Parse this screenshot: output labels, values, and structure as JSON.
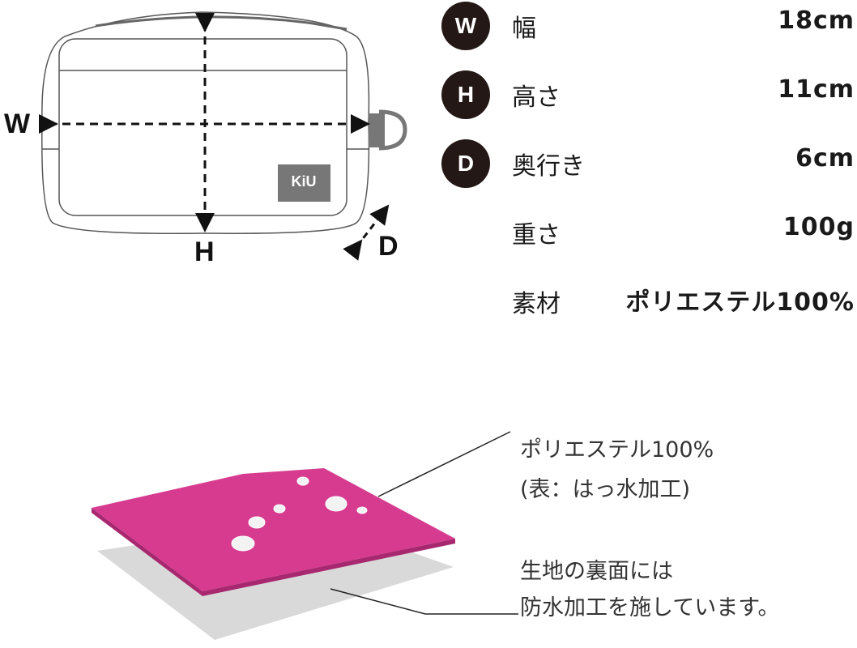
{
  "diagram": {
    "labels": {
      "w": "W",
      "h": "H",
      "d": "D"
    },
    "logo_text": "KiU"
  },
  "specs": [
    {
      "badge": "W",
      "label": "幅",
      "value": "18cm"
    },
    {
      "badge": "H",
      "label": "高さ",
      "value": "11cm"
    },
    {
      "badge": "D",
      "label": "奥行き",
      "value": "6cm"
    },
    {
      "badge": "",
      "label": "重さ",
      "value": "100g"
    },
    {
      "badge": "",
      "label": "素材",
      "value": "ポリエステル100%"
    }
  ],
  "fabric": {
    "top_callout": [
      "ポリエステル100%",
      "(表：はっ水加工)"
    ],
    "bottom_callout": [
      "生地の裏面には",
      "防水加工を施しています。"
    ],
    "colors": {
      "fabric": "#d63b8f",
      "backing": "#cfcfcf"
    }
  }
}
